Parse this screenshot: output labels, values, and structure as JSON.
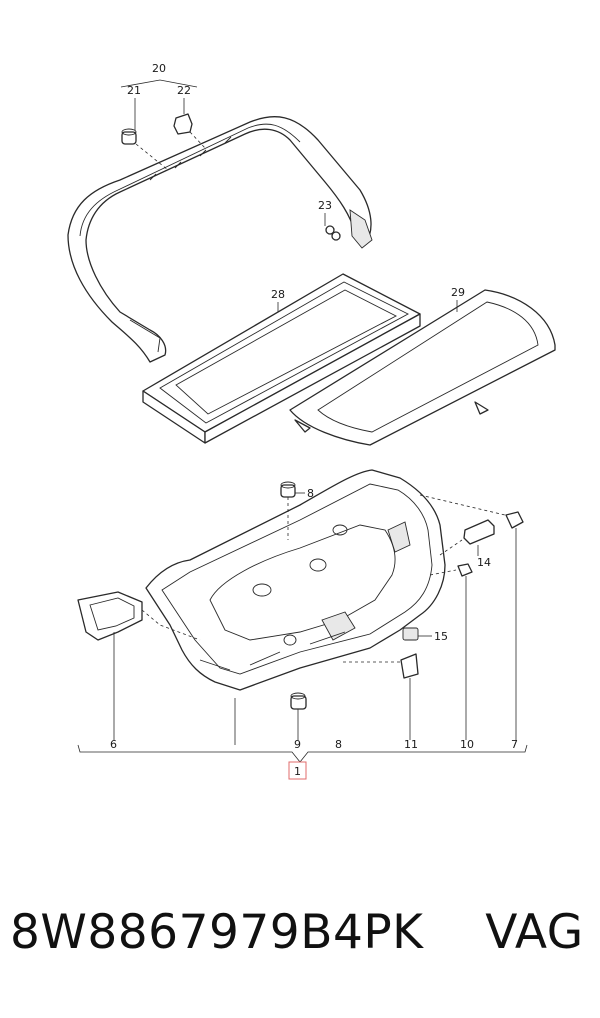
{
  "callouts": {
    "c20": "20",
    "c21": "21",
    "c22": "22",
    "c23": "23",
    "c28": "28",
    "c29": "29",
    "c8a": "8",
    "c14": "14",
    "c15": "15",
    "c6": "6",
    "c9": "9",
    "c8b": "8",
    "c11": "11",
    "c10": "10",
    "c7": "7",
    "c1": "1"
  },
  "footer": {
    "part_number": "8W8867979B4PK",
    "brand": "VAG"
  },
  "colors": {
    "line": "#2a2a2a",
    "highlight_box": "#e06b6b"
  }
}
